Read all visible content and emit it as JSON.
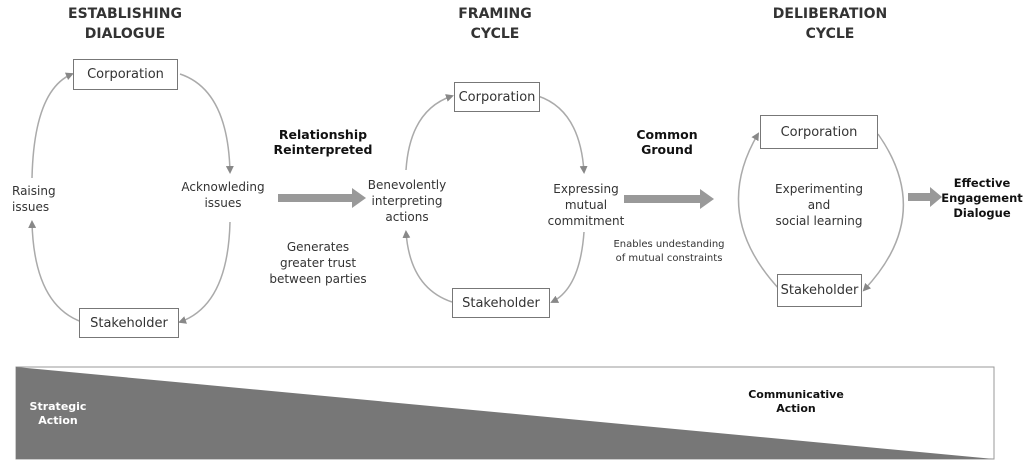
{
  "stages": {
    "establishing": {
      "title": "ESTABLISHING\nDIALOGUE",
      "top_box": "Corporation",
      "bottom_box": "Stakeholder",
      "left_label": "Raising\nissues",
      "right_label": "Acknowleding\nissues"
    },
    "framing": {
      "title": "FRAMING\nCYCLE",
      "top_box": "Corporation",
      "bottom_box": "Stakeholder",
      "left_label": "Benevolently\ninterpreting\nactions",
      "right_label": "Expressing\nmutual\ncommitment"
    },
    "deliberation": {
      "title": "DELIBERATION\nCYCLE",
      "top_box": "Corporation",
      "bottom_box": "Stakeholder",
      "center_label": "Experimenting\nand\nsocial learning"
    }
  },
  "transitions": {
    "first": {
      "heading": "Relationship\nReinterpreted",
      "note": "Generates\ngreater trust\nbetween parties"
    },
    "second": {
      "heading": "Common\nGround",
      "note": "Enables undestanding\nof mutual constraints"
    },
    "final": {
      "heading": "Effective\nEngagement\nDialogue"
    }
  },
  "spectrum": {
    "left_label": "Strategic\nAction",
    "right_label": "Communicative\nAction",
    "colors": {
      "fill": "#777777",
      "border": "#999999",
      "left_text": "#ffffff",
      "right_text": "#111111"
    }
  },
  "colors": {
    "arrow_gray": "#999999",
    "line_gray": "#aaaaaa"
  }
}
